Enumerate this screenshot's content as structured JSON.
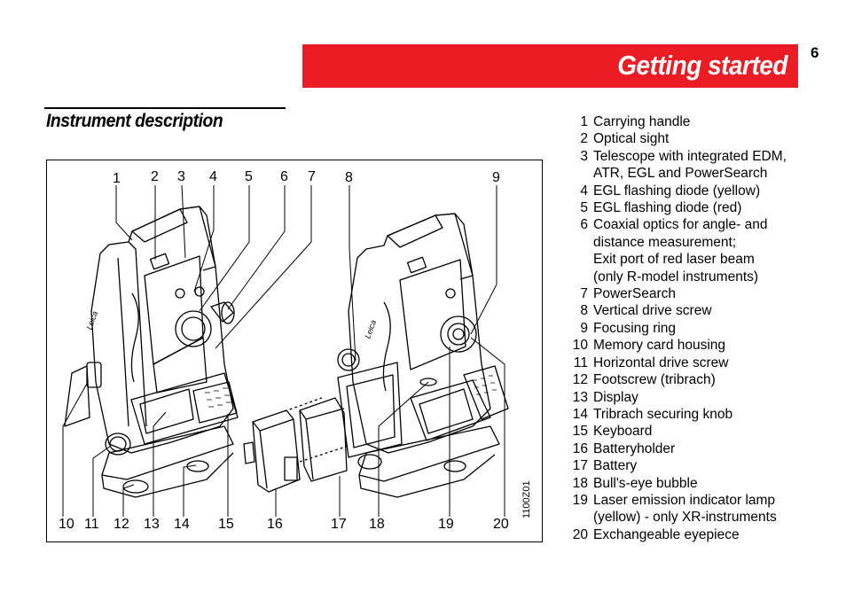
{
  "header": {
    "title": "Getting started",
    "page_number": "6"
  },
  "section": {
    "title": "Instrument description"
  },
  "figure": {
    "code": "1100Z01",
    "top_callouts": [
      "1",
      "2",
      "3",
      "4",
      "5",
      "6",
      "7",
      "8",
      "9"
    ],
    "bottom_callouts": [
      "10",
      "11",
      "12",
      "13",
      "14",
      "15",
      "16",
      "17",
      "18",
      "19",
      "20"
    ],
    "brand": "Leica"
  },
  "legend": [
    {
      "num": "1",
      "text": "Carrying handle"
    },
    {
      "num": "2",
      "text": "Optical sight"
    },
    {
      "num": "3",
      "text": "Telescope with integrated EDM,",
      "cont": "ATR, EGL and PowerSearch"
    },
    {
      "num": "4",
      "text": "EGL flashing diode (yellow)"
    },
    {
      "num": "5",
      "text": "EGL flashing diode (red)"
    },
    {
      "num": "6",
      "text": "Coaxial optics for angle- and",
      "cont": "distance measurement;",
      "cont2": "Exit port of red laser beam",
      "cont3": "(only R-model instruments)"
    },
    {
      "num": "7",
      "text": "PowerSearch"
    },
    {
      "num": "8",
      "text": "Vertical drive screw"
    },
    {
      "num": "9",
      "text": "Focusing ring"
    },
    {
      "num": "10",
      "text": "Memory card housing"
    },
    {
      "num": "11",
      "text": "Horizontal drive screw"
    },
    {
      "num": "12",
      "text": "Footscrew (tribrach)"
    },
    {
      "num": "13",
      "text": "Display"
    },
    {
      "num": "14",
      "text": "Tribrach securing knob"
    },
    {
      "num": "15",
      "text": "Keyboard"
    },
    {
      "num": "16",
      "text": "Batteryholder"
    },
    {
      "num": "17",
      "text": "Battery"
    },
    {
      "num": "18",
      "text": "Bull's-eye bubble"
    },
    {
      "num": "19",
      "text": "Laser emission indicator lamp",
      "cont": "(yellow) - only XR-instruments"
    },
    {
      "num": "20",
      "text": "Exchangeable eyepiece"
    }
  ]
}
